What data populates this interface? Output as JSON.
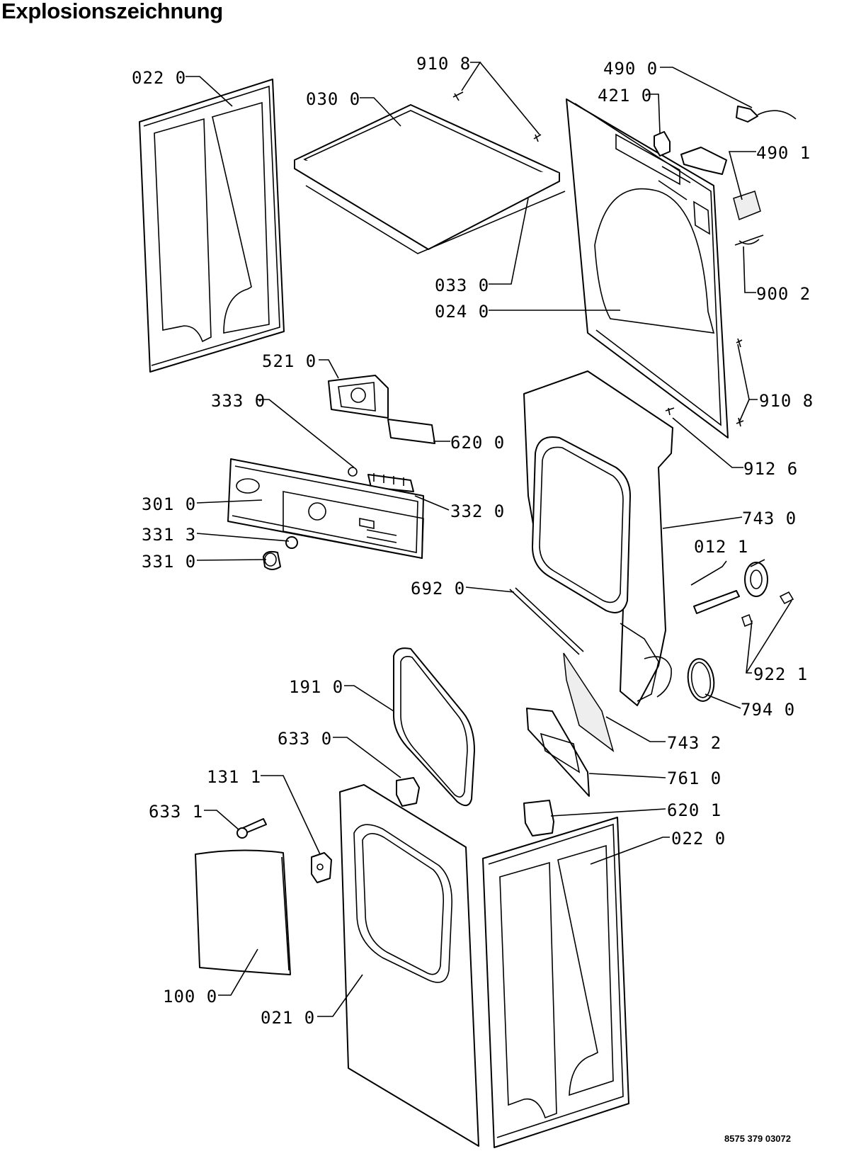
{
  "title": "Explosionszeichnung",
  "document_number": "8575 379 03072",
  "labels": [
    "022 0",
    "030 0",
    "910 8",
    "490 0",
    "421 0",
    "490 1",
    "033 0",
    "900 2",
    "024 0",
    "521 0",
    "333 0",
    "620 0",
    "910 8",
    "912 6",
    "301 0",
    "332 0",
    "743 0",
    "331 3",
    "331 0",
    "012 1",
    "692 0",
    "922 1",
    "191 0",
    "794 0",
    "633 0",
    "743 2",
    "761 0",
    "131 1",
    "620 1",
    "633 1",
    "022 0",
    "100 0",
    "021 0"
  ]
}
